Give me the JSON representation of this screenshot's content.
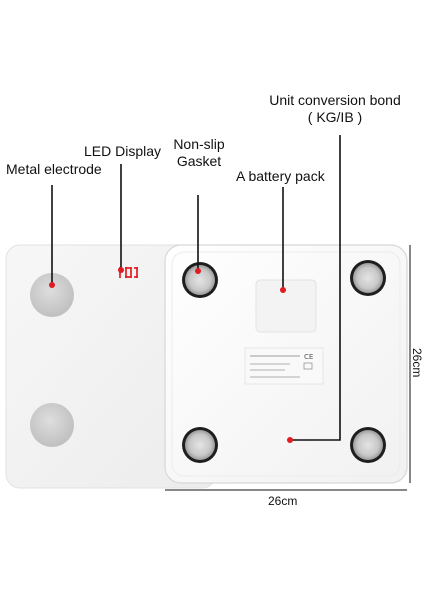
{
  "callouts": {
    "unit_conversion": "Unit conversion bond",
    "unit_conversion_sub": "( KG/IB )",
    "led_display": "LED Display",
    "non_slip": "Non-slip",
    "gasket": "Gasket",
    "battery_pack": "A battery pack",
    "metal_electrode": "Metal electrode"
  },
  "dimensions": {
    "height_label": "26cm",
    "width_label": "26cm"
  },
  "display": {
    "readout": "0.0"
  },
  "colors": {
    "callout_dot": "#e01b22",
    "pad_grey": "#c9c9c9",
    "foot_ring": "#2a2a2a"
  }
}
